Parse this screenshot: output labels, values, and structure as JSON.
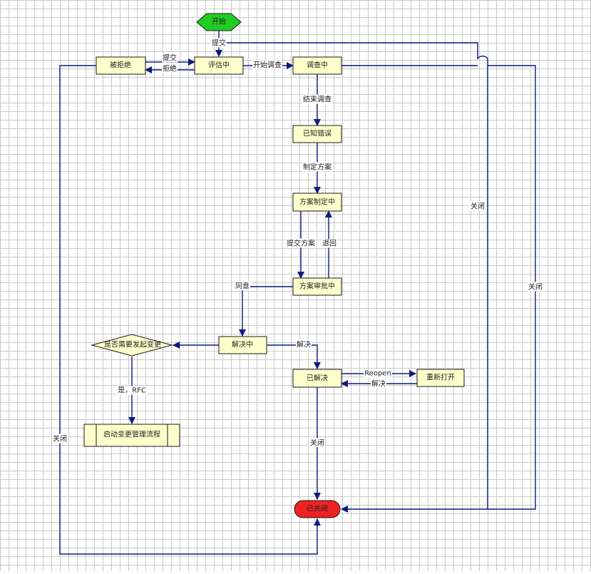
{
  "colors": {
    "line": "#0d1a80",
    "node_fill": "#ffffcc",
    "start_fill": "#22cc22",
    "end_fill": "#ee2222"
  },
  "nodes": {
    "start": "开始",
    "rejected": "被拒绝",
    "evaluating": "评估中",
    "investigating": "调查中",
    "known_error": "已知错误",
    "solution_planning": "方案制定中",
    "solution_approval": "方案审批中",
    "resolving": "解决中",
    "decision": "是否需要发起变更",
    "change_process": "启动变更管理流程",
    "resolved": "已解决",
    "reopened": "重新打开",
    "closed": "已关闭"
  },
  "edges": {
    "submit_top": "提交",
    "submit": "提交",
    "reject": "拒绝",
    "start_investigation": "开始调查",
    "end_investigation": "结束调查",
    "make_plan": "制定方案",
    "submit_plan": "提交方案",
    "return": "退回",
    "agree": "同意",
    "solve": "解决",
    "reopen": "Reopen",
    "solve_back": "解决",
    "yes_rfc": "是，RFC",
    "close_resolved": "关闭",
    "close_rejected": "关闭",
    "close_top": "关闭",
    "close_right": "关闭"
  }
}
